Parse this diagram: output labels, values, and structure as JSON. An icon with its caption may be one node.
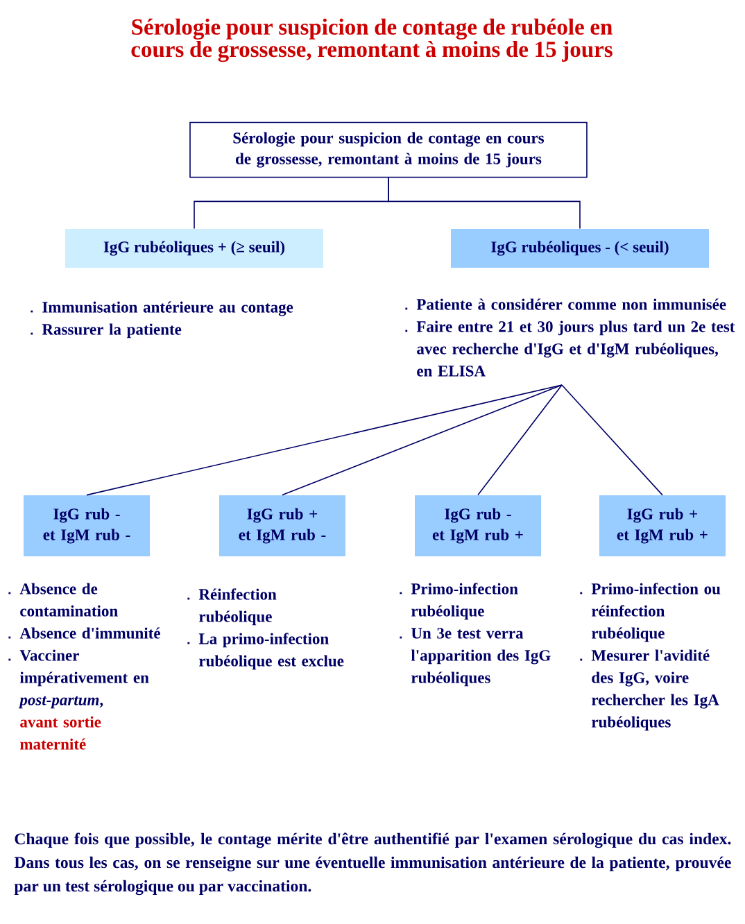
{
  "diagram": {
    "title": "Sérologie pour suspicion de contage de rubéole en cours de grossesse, remontant à moins de 15 jours",
    "nodes": [
      {
        "text": [
          "Sérologie pour suspicion de contage en cours de grossesse, remontant à moins de 15 jours"
        ]
      },
      {
        "text": [
          "IgG rubéoliques + (≥ seuil)"
        ],
        "beside": [
          "Immunisation antérieure au contage",
          "Rassurer la patiente"
        ]
      },
      {
        "text": [
          "IgG rubéoliques - (< seuil)"
        ]
      },
      {
        "text": [
          "Patiente à considérer comme non immunisée",
          "Faire entre 21 et 30 jours plus tard un 2e test avec recherche d'IgG et d'IgM rubéoliques, en ELISA"
        ]
      },
      {
        "text": [
          "IgG rub - et IgM rub -"
        ],
        "beside": [
          "Absence de contamination",
          "Absence d'immunité",
          "Vacciner impérativement en *post-partum*,",
          "avant sortie maternité"
        ]
      },
      {
        "text": [
          "IgG rub + et IgM rub -"
        ],
        "beside": [
          "Réinfection rubéolique",
          "La primo-infection rubéolique est exclue"
        ]
      },
      {
        "text": [
          "IgG rub - et IgM rub +"
        ],
        "beside": [
          "Primo-infection rubéolique",
          "Un 3e test verra l'apparition des IgG rubéoliques"
        ]
      },
      {
        "text": [
          "IgG rub + et IgM rub +"
        ],
        "beside": [
          "Primo-infection ou réinfection rubéolique",
          "Mesurer l'avidité des IgG, voire rechercher les IgA rubéoliques"
        ]
      }
    ],
    "edges": [
      {
        "from": 0,
        "to": 1,
        "arrow": "none"
      },
      {
        "from": 0,
        "to": 2,
        "arrow": "none"
      },
      {
        "from": 3,
        "to": 4,
        "arrow": "none"
      },
      {
        "from": 3,
        "to": 5,
        "arrow": "none"
      },
      {
        "from": 3,
        "to": 6,
        "arrow": "none"
      },
      {
        "from": 3,
        "to": 7,
        "arrow": "none"
      }
    ],
    "caption": "Chaque fois que possible, le contage mérite d'être authentifié par l'examen sérologique du cas index. Dans tous les cas, on se renseigne sur une éventuelle immunisation antérieure de la patiente, prouvée par un test sérologique ou par vaccination."
  }
}
